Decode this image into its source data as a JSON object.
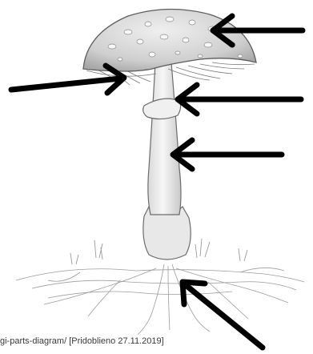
{
  "diagram": {
    "subject": "mushroom",
    "arrow_count": 5,
    "arrow_color": "#000000",
    "pencil_color": "#6b6b6b",
    "cap_color": "#d7d7d7",
    "stem_color": "#ececec"
  },
  "caption": {
    "text": "gi-parts-diagram/ [Pridoblieno 27.11.2019]"
  }
}
